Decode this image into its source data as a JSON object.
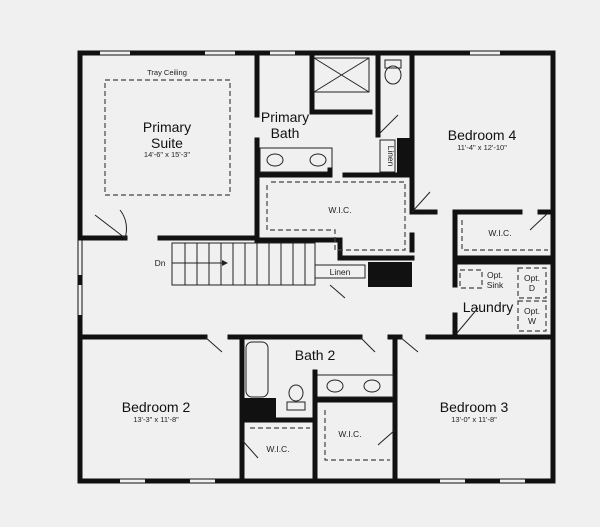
{
  "rooms": {
    "primary_suite": {
      "name_line1": "Primary",
      "name_line2": "Suite",
      "dimensions": "14'-6\" x 15'-3\"",
      "ceiling": "Tray Ceiling"
    },
    "primary_bath": {
      "name_line1": "Primary",
      "name_line2": "Bath"
    },
    "primary_wic": {
      "name": "W.I.C."
    },
    "linen_upper": {
      "name": "Linen"
    },
    "linen_hall": {
      "name": "Linen"
    },
    "bedroom4": {
      "name": "Bedroom 4",
      "dimensions": "11'-4\" x 12'-10\""
    },
    "bedroom4_wic": {
      "name": "W.I.C."
    },
    "stairs": {
      "label": "Dn"
    },
    "laundry": {
      "name": "Laundry",
      "opt_sink_line1": "Opt.",
      "opt_sink_line2": "Sink",
      "opt_dryer_line1": "Opt.",
      "opt_dryer_line2": "D",
      "opt_washer_line1": "Opt.",
      "opt_washer_line2": "W"
    },
    "bath2": {
      "name": "Bath 2"
    },
    "bedroom2": {
      "name": "Bedroom 2",
      "dimensions": "13'-3\" x 11'-8\""
    },
    "bedroom2_wic": {
      "name": "W.I.C."
    },
    "bedroom3": {
      "name": "Bedroom 3",
      "dimensions": "13'-0\" x 11'-8\""
    },
    "bedroom3_wic": {
      "name": "W.I.C."
    }
  }
}
